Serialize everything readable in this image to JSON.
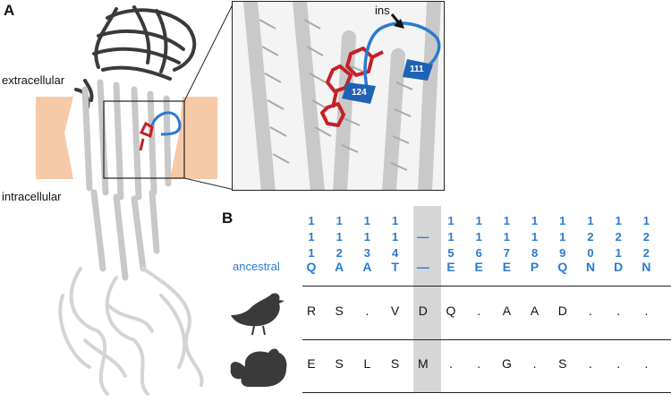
{
  "panels": {
    "a_label": "A",
    "b_label": "B"
  },
  "membrane": {
    "top_label": "extracellular",
    "bottom_label": "intracellular"
  },
  "zoom": {
    "ins_label": "ins",
    "residue_a": "111",
    "residue_b": "124"
  },
  "alignment": {
    "columns": [
      {
        "digits": [
          "1",
          "1",
          "1"
        ],
        "ancestral": "Q"
      },
      {
        "digits": [
          "1",
          "1",
          "2"
        ],
        "ancestral": "A"
      },
      {
        "digits": [
          "1",
          "1",
          "3"
        ],
        "ancestral": "A"
      },
      {
        "digits": [
          "1",
          "1",
          "4"
        ],
        "ancestral": "T"
      },
      {
        "digits": [
          "—"
        ],
        "ancestral": "—"
      },
      {
        "digits": [
          "1",
          "1",
          "5"
        ],
        "ancestral": "E"
      },
      {
        "digits": [
          "1",
          "1",
          "6"
        ],
        "ancestral": "E"
      },
      {
        "digits": [
          "1",
          "1",
          "7"
        ],
        "ancestral": "E"
      },
      {
        "digits": [
          "1",
          "1",
          "8"
        ],
        "ancestral": "P"
      },
      {
        "digits": [
          "1",
          "1",
          "9"
        ],
        "ancestral": "Q"
      },
      {
        "digits": [
          "1",
          "2",
          "0"
        ],
        "ancestral": "N"
      },
      {
        "digits": [
          "1",
          "2",
          "1"
        ],
        "ancestral": "D"
      },
      {
        "digits": [
          "1",
          "2",
          "2"
        ],
        "ancestral": "N"
      }
    ],
    "ancestral_label": "ancestral",
    "rows": [
      {
        "animal": "bird-silhouette-icon",
        "cells": [
          "R",
          "S",
          ".",
          "V",
          "D",
          "Q",
          ".",
          "A",
          "A",
          "D",
          ".",
          ".",
          "."
        ]
      },
      {
        "animal": "chinchilla-silhouette-icon",
        "cells": [
          "E",
          "S",
          "L",
          "S",
          "M",
          ".",
          ".",
          "G",
          ".",
          "S",
          ".",
          ".",
          "."
        ]
      }
    ]
  },
  "colors": {
    "accent": "#2b7bd0",
    "ligand": "#c42026",
    "membrane": "#f6c9a7",
    "protein": "#cfcfcf",
    "dark": "#3a3a3a"
  }
}
